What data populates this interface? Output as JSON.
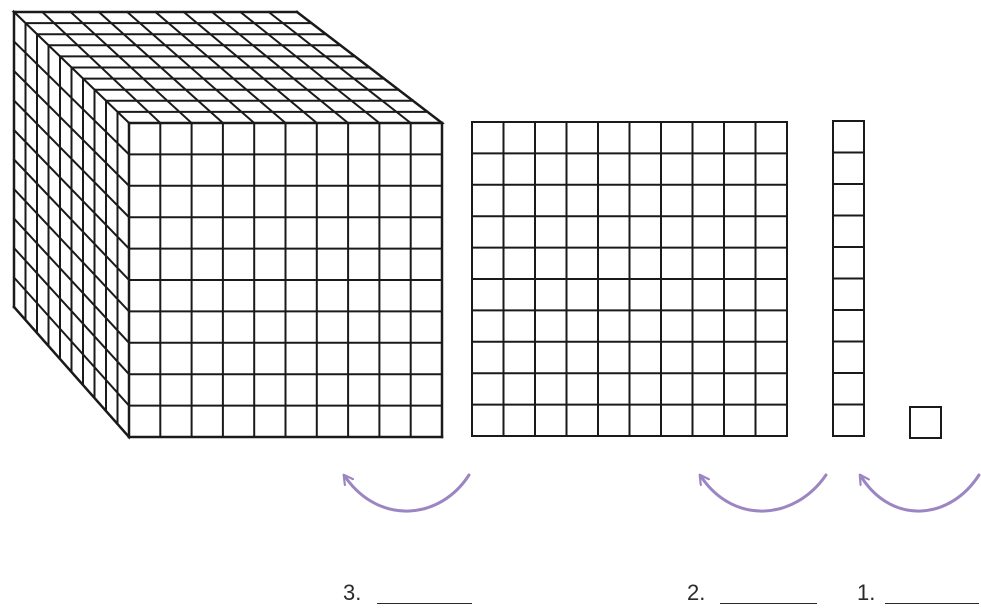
{
  "accent_color": "#9b86c2",
  "line_color": "#1a1a1a",
  "blocks": [
    {
      "kind": "thousand-cube",
      "grid": 10
    },
    {
      "kind": "hundred-flat",
      "grid": 10
    },
    {
      "kind": "ten-rod",
      "grid": 10
    },
    {
      "kind": "one-unit",
      "grid": 1
    }
  ],
  "labels": {
    "three": "3.",
    "two": "2.",
    "one": "1."
  }
}
